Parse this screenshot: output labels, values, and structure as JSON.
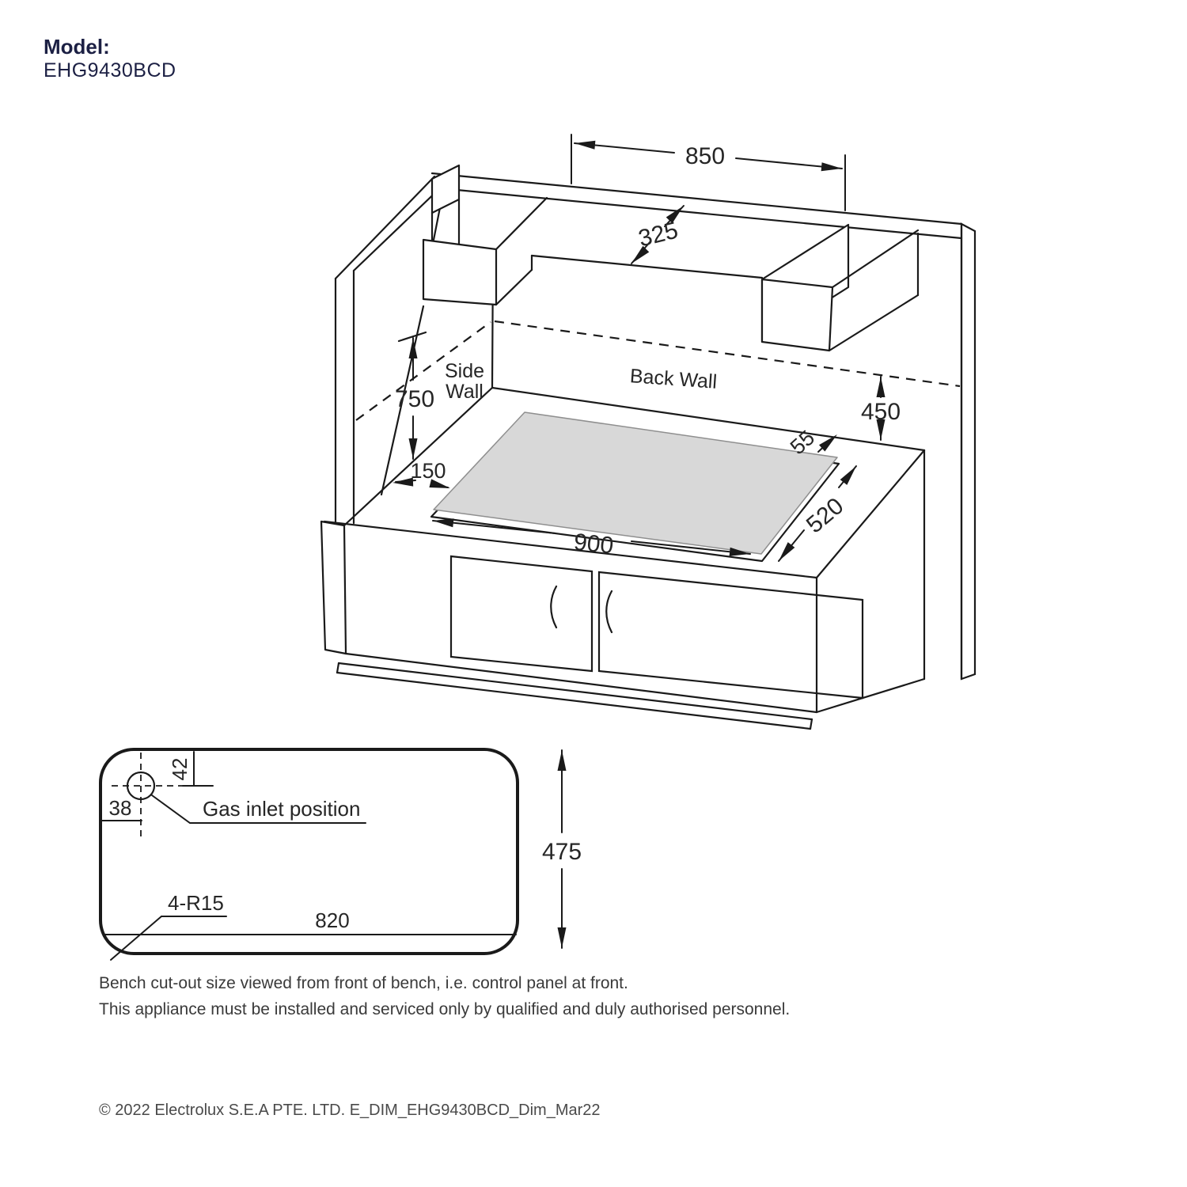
{
  "header": {
    "model_label": "Model:",
    "model_number": "EHG9430BCD"
  },
  "isometric": {
    "wall_labels": {
      "side_wall_line1": "Side",
      "side_wall_line2": "Wall",
      "back_wall": "Back Wall"
    },
    "dimensions": {
      "overhead_opening_width": "850",
      "overhead_cabinet_depth": "325",
      "clearance_above_bench": "750",
      "wall_clearance_height": "450",
      "rear_gap": "55",
      "side_wall_clearance": "150",
      "hob_depth": "520",
      "hob_width": "900"
    }
  },
  "cutout_panel": {
    "dimensions": {
      "gas_inlet_offset_top": "42",
      "gas_inlet_offset_left": "38",
      "cutout_width": "820",
      "cutout_depth": "475",
      "corner_radius": "4-R15"
    },
    "labels": {
      "gas_inlet": "Gas inlet position"
    }
  },
  "notes": [
    "Bench cut-out size viewed from front of bench, i.e. control panel at front.",
    "This appliance must be installed and serviced only by qualified and duly authorised personnel."
  ],
  "footer": {
    "copyright": "© 2022 Electrolux S.E.A PTE. LTD. E_DIM_EHG9430BCD_Dim_Mar22"
  },
  "colors": {
    "line": "#1a1a1a",
    "header_text": "#1c2044",
    "cooktop_fill": "#d8d8d8",
    "cooktop_edge": "#8f8f8f",
    "note_text": "#3a3a3a",
    "footer_text": "#4a4a4a",
    "background": "#ffffff"
  }
}
